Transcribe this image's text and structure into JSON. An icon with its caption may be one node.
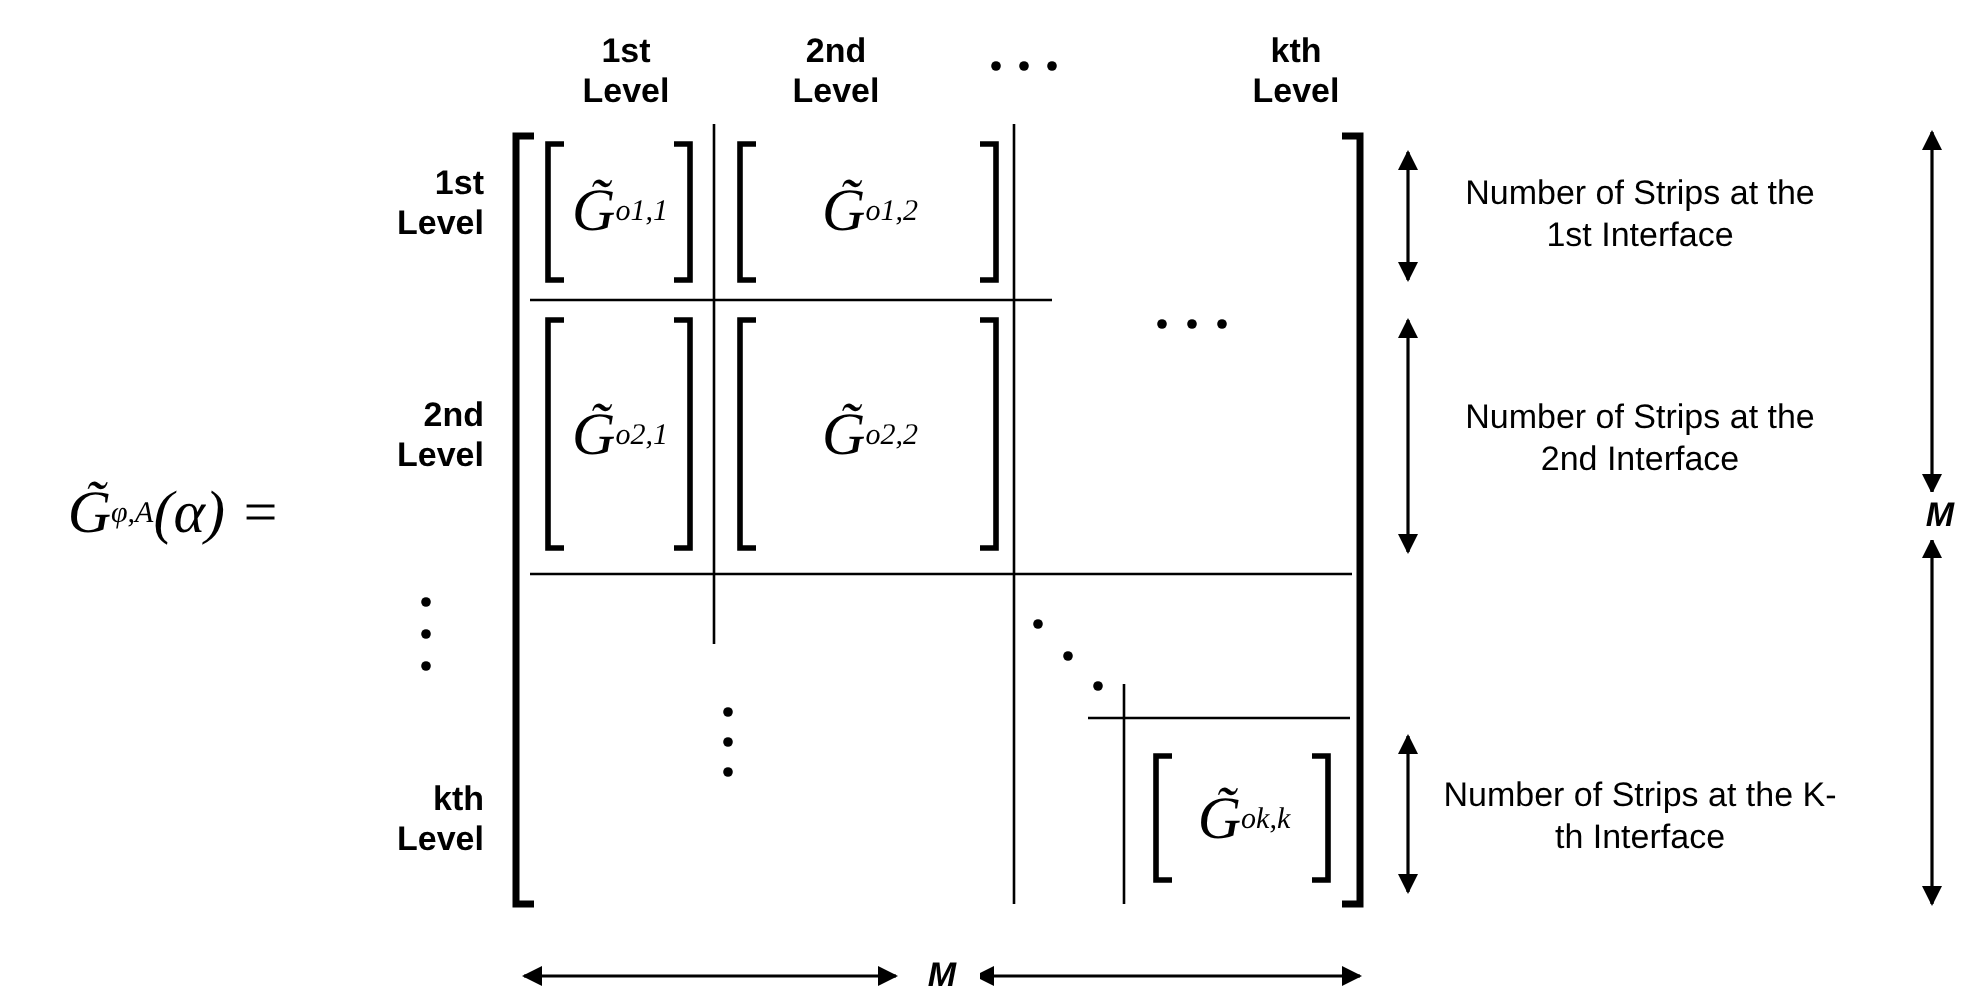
{
  "diagram": {
    "labels": [
      "1st Level",
      "2nd Level",
      "kth Level",
      "1st Level",
      "G̃$^{o}$$_{1,1}$",
      "G̃$^{o}$$_{1,2}$",
      "Number of Strips at the 1st Interface",
      "2nd Level",
      "G̃$^{o}$$_{2,1}$",
      "G̃$^{o}$$_{2,2}$",
      "Number of Strips at the 2nd Interface",
      "G̃$^{φ,A}$(α) =",
      "M",
      "kth Level",
      "G̃$^{o}$$_{k,k}$",
      "Number of Strips at the K-th Interface",
      "M"
    ]
  }
}
